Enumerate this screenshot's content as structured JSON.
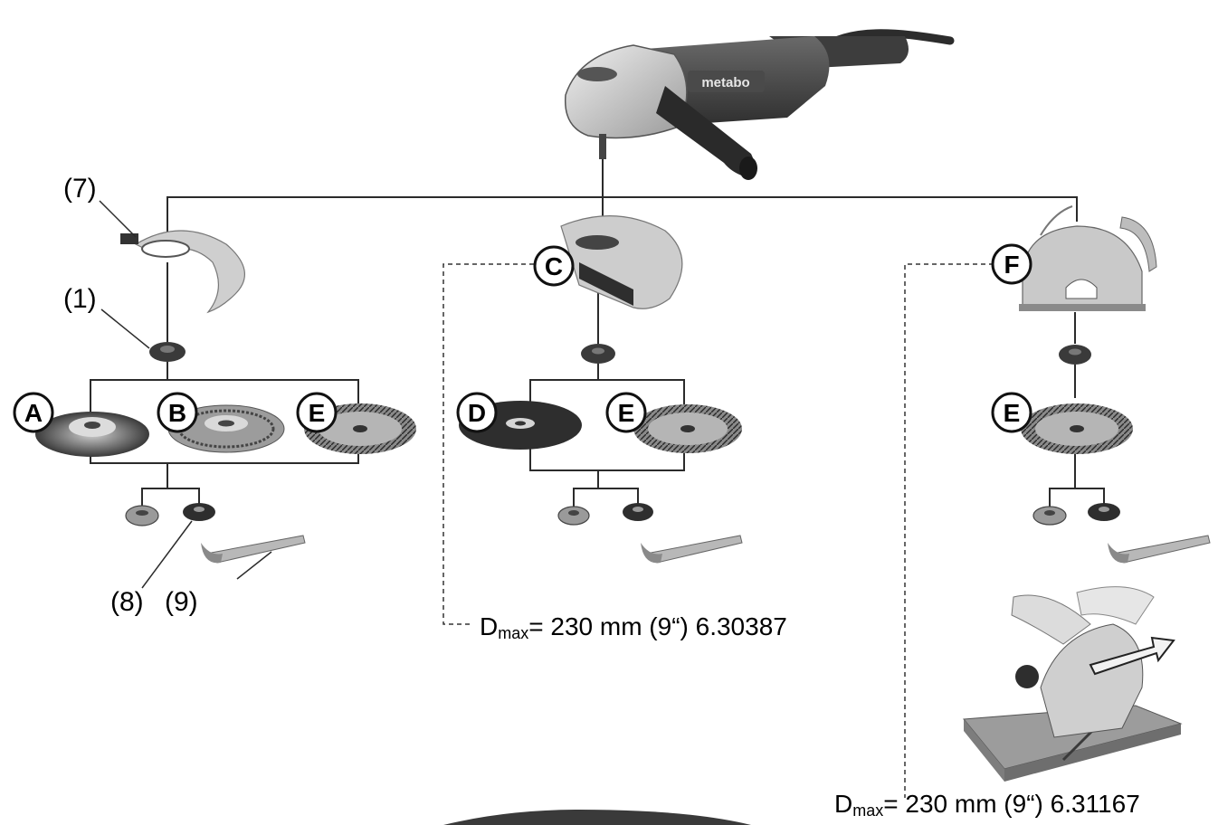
{
  "tool": {
    "brand": "metabo"
  },
  "callouts": {
    "guard_ref": "(7)",
    "flange_ref": "(1)",
    "clamp_nut_ref": "(8)",
    "quick_nut_ref": "(9)"
  },
  "letters": {
    "A": "A",
    "B": "B",
    "C": "C",
    "D": "D",
    "E": "E",
    "F": "F"
  },
  "notes": {
    "c_prefix": "D",
    "c_sub": "max",
    "c_text": "= 230 mm (9“)  6.30387",
    "f_prefix": "D",
    "f_sub": "max",
    "f_text": "= 230 mm (9“)  6.31167"
  }
}
